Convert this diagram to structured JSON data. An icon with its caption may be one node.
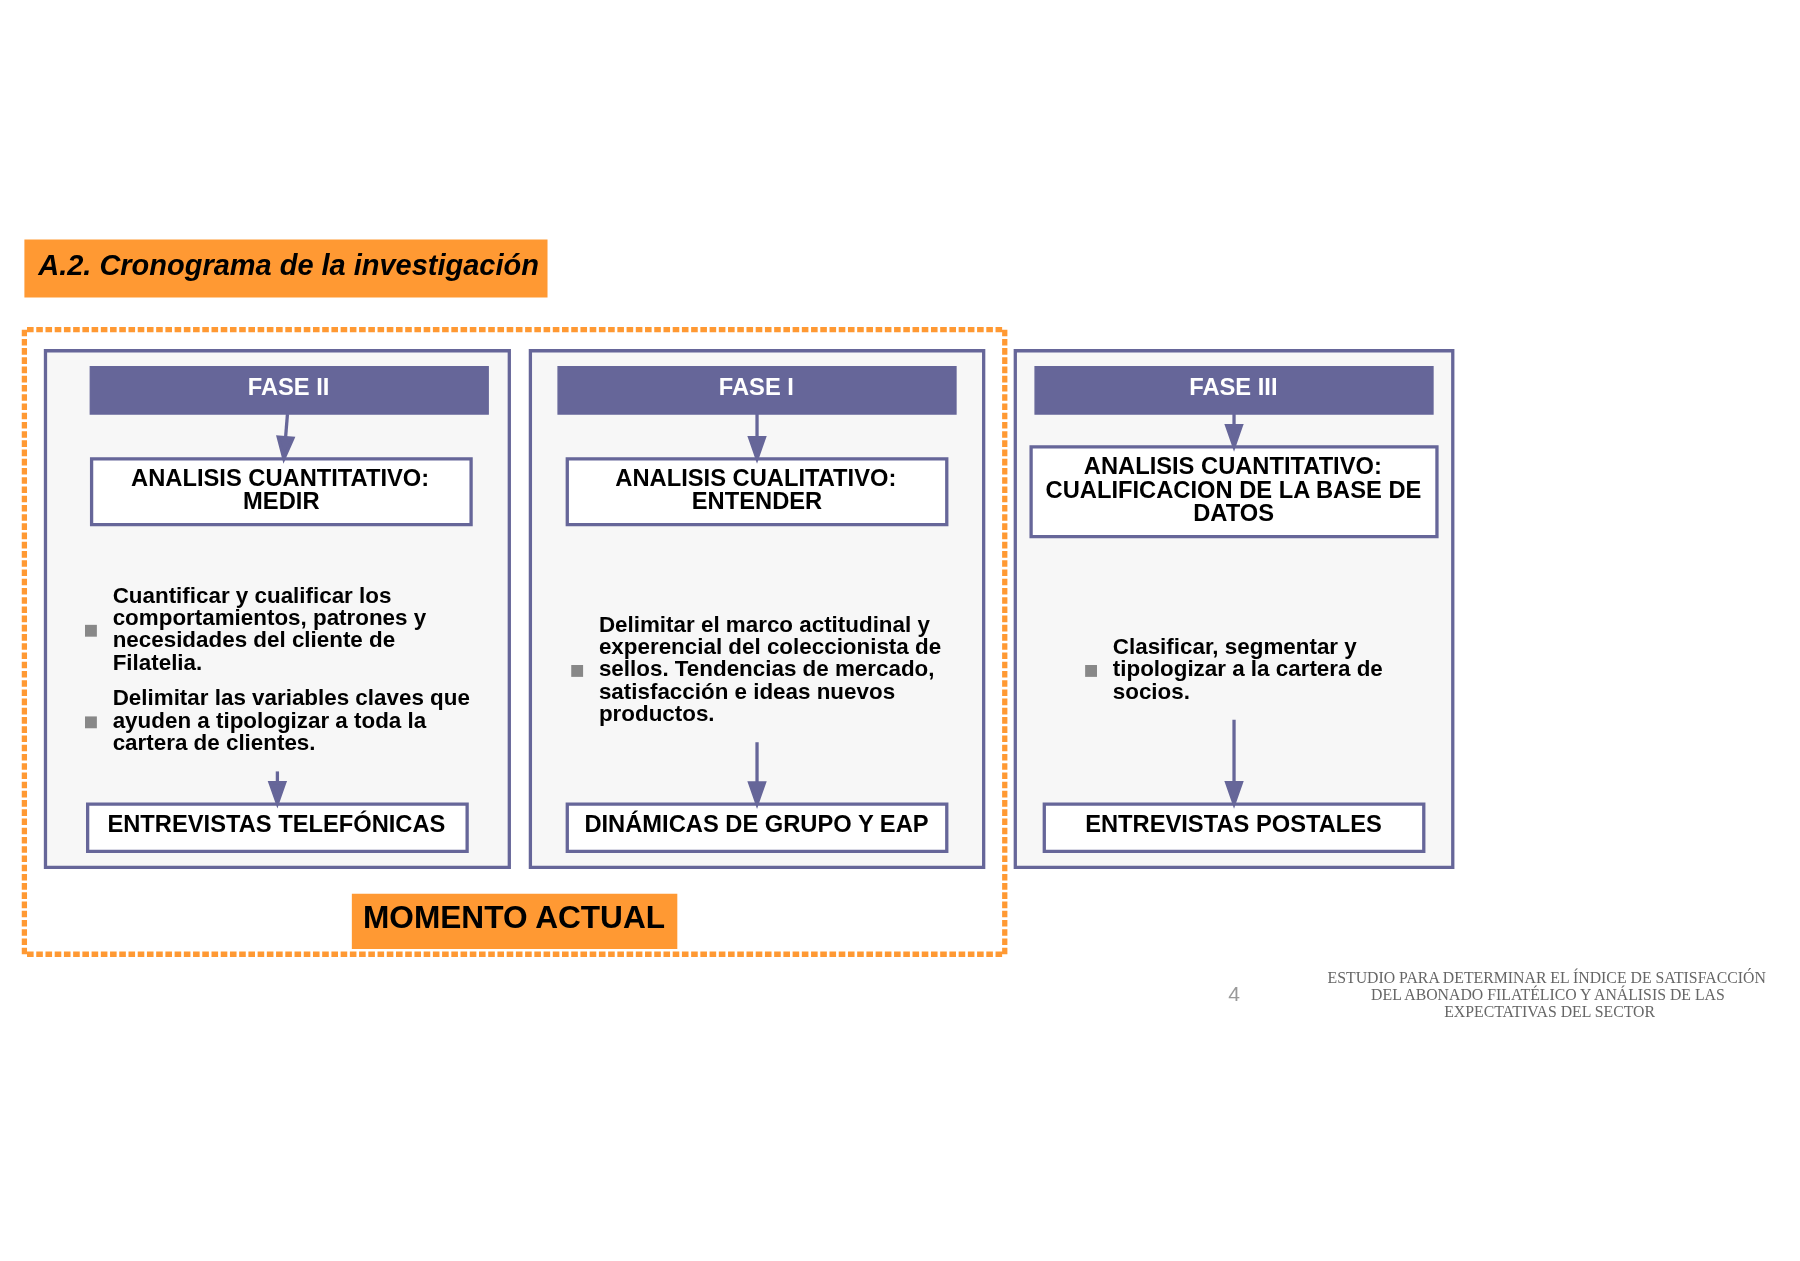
{
  "diagram": {
    "title": "A.2. Cronograma de la investigación",
    "nodes": [
      {
        "text": [
          "MOMENTO ACTUAL"
        ]
      },
      {
        "text": [],
        "shape": "box",
        "in": 0
      },
      {
        "text": [
          "FASE I"
        ],
        "in": 1
      },
      {
        "text": [
          "ANALISIS CUALITATIVO: ENTENDER"
        ],
        "in": 1
      },
      {
        "text": [
          "Delimitar el marco actitudinal y experencial del coleccionista de sellos. Tendencias de mercado, satisfacción e ideas nuevos productos."
        ],
        "in": 1
      },
      {
        "text": [
          "DINÁMICAS DE GRUPO Y EAP"
        ],
        "in": 1
      },
      {
        "text": [],
        "shape": "box",
        "in": 0
      },
      {
        "text": [
          "FASE II"
        ],
        "in": 6
      },
      {
        "text": [
          "ANALISIS CUANTITATIVO: MEDIR"
        ],
        "in": 6
      },
      {
        "text": [
          "Cuantificar y cualificar los comportamientos, patrones y necesidades del cliente de Filatelia.",
          "Delimitar las variables claves que ayuden a tipologizar a toda la cartera de clientes."
        ],
        "in": 6
      },
      {
        "text": [
          "ENTREVISTAS TELEFÓNICAS"
        ],
        "in": 6
      },
      {
        "text": [],
        "shape": "box"
      },
      {
        "text": [
          "FASE III"
        ],
        "in": 11
      },
      {
        "text": [
          "ANALISIS CUANTITATIVO: CUALIFICACION DE LA BASE DE DATOS"
        ],
        "in": 11
      },
      {
        "text": [
          "Clasificar, segmentar y tipologizar a la cartera de socios."
        ],
        "in": 11
      },
      {
        "text": [
          "ENTREVISTAS POSTALES"
        ],
        "in": 11
      }
    ],
    "edges": [
      {
        "from": 2,
        "to": 3,
        "arrow": "to"
      },
      {
        "from": 4,
        "to": 5,
        "arrow": "to"
      },
      {
        "from": 7,
        "to": 8,
        "arrow": "to"
      },
      {
        "from": 9,
        "to": 10,
        "arrow": "to"
      },
      {
        "from": 12,
        "to": 13,
        "arrow": "to"
      },
      {
        "from": 14,
        "to": 15,
        "arrow": "to"
      }
    ],
    "labels": [
      "4",
      "ESTUDIO PARA DETERMINAR EL ÍNDICE DE SATISFACCIÓN DEL ABONADO FILATÉLICO Y ANÁLISIS DE LAS EXPECTATIVAS DEL SECTOR"
    ]
  }
}
